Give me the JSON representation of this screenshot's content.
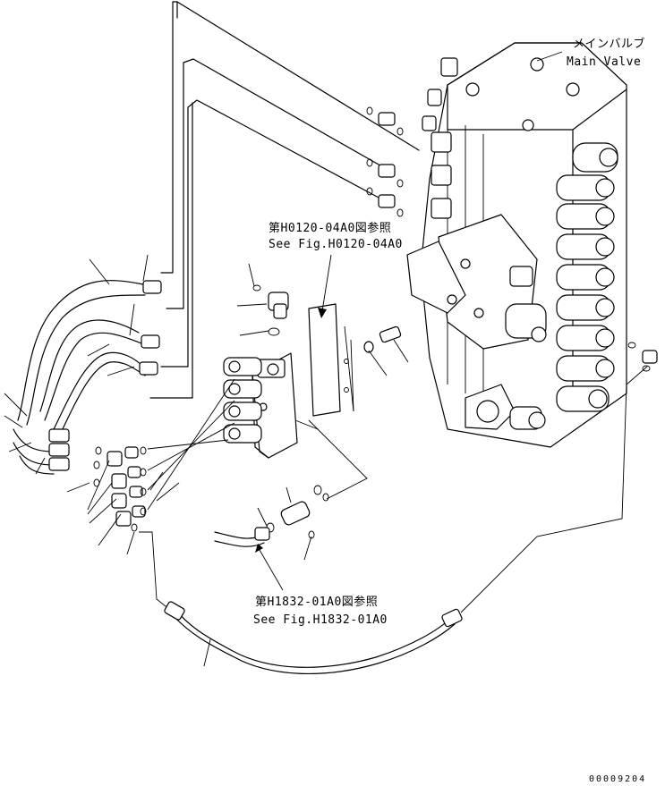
{
  "labels": {
    "main_valve_jp": "メインバルブ",
    "main_valve_en": "Main Valve",
    "ref_top_jp": "第H0120-04A0図参照",
    "ref_top_en": "See Fig.H0120-04A0",
    "ref_bottom_jp": "第H1832-01A0図参照",
    "ref_bottom_en": "See Fig.H1832-01A0",
    "drawing_number": "00009204"
  }
}
